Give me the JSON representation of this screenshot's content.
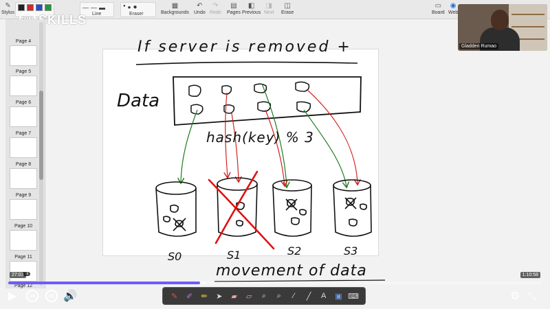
{
  "toolbar": {
    "items": [
      {
        "label": "Stylus",
        "icon": "stylus-icon"
      },
      {
        "label": "Line",
        "icon": "line-icon"
      },
      {
        "label": "Eraser",
        "icon": "eraser-icon"
      },
      {
        "label": "Backgrounds",
        "icon": "backgrounds-icon"
      },
      {
        "label": "Undo",
        "icon": "undo-icon"
      },
      {
        "label": "Redo",
        "icon": "redo-icon",
        "disabled": true
      },
      {
        "label": "Pages",
        "icon": "pages-icon"
      },
      {
        "label": "Previous",
        "icon": "previous-icon"
      },
      {
        "label": "Next",
        "icon": "next-icon",
        "disabled": true
      },
      {
        "label": "Erase",
        "icon": "erase-icon"
      },
      {
        "label": "Board",
        "icon": "board-icon"
      },
      {
        "label": "Web",
        "icon": "web-icon"
      }
    ],
    "colors": [
      "#222222",
      "#d62828",
      "#1f4fd6",
      "#1f9a3a"
    ]
  },
  "logo": {
    "mark": "PW",
    "text": "SKILLS"
  },
  "sidebar": {
    "pages": [
      "Page 4",
      "Page 5",
      "Page 6",
      "Page 7",
      "Page 8",
      "Page 9",
      "Page 10",
      "Page 11",
      "Page 12"
    ],
    "speed_badge": "1x"
  },
  "board": {
    "heading": "If server is removed +",
    "data_label": "Data",
    "formula": "hash(key) % 3",
    "servers": [
      "S0",
      "S1",
      "S2",
      "S3"
    ],
    "footer_note": "movement of data",
    "colors": {
      "ink": "#111111",
      "green_arrow": "#1e7a1e",
      "red_arrow": "#d42020",
      "cross": "#e01010"
    }
  },
  "webcam": {
    "name": "Gladden Rumao"
  },
  "player": {
    "elapsed_label": "27:03",
    "remaining_label": "1:10:58",
    "progress_fraction": 0.36,
    "buffered_fraction": 0.37,
    "skip_back_label": "10",
    "skip_forward_label": "10"
  },
  "drawbar": {
    "tools": [
      "pen-icon",
      "highlighter-icon",
      "marker-icon",
      "pointer-icon",
      "eraser-icon",
      "eraser-icon",
      "zoom-in-icon",
      "zoom-out-icon",
      "eyedropper-icon",
      "line-icon",
      "text-ai-icon",
      "image-icon",
      "keyboard-icon"
    ]
  }
}
